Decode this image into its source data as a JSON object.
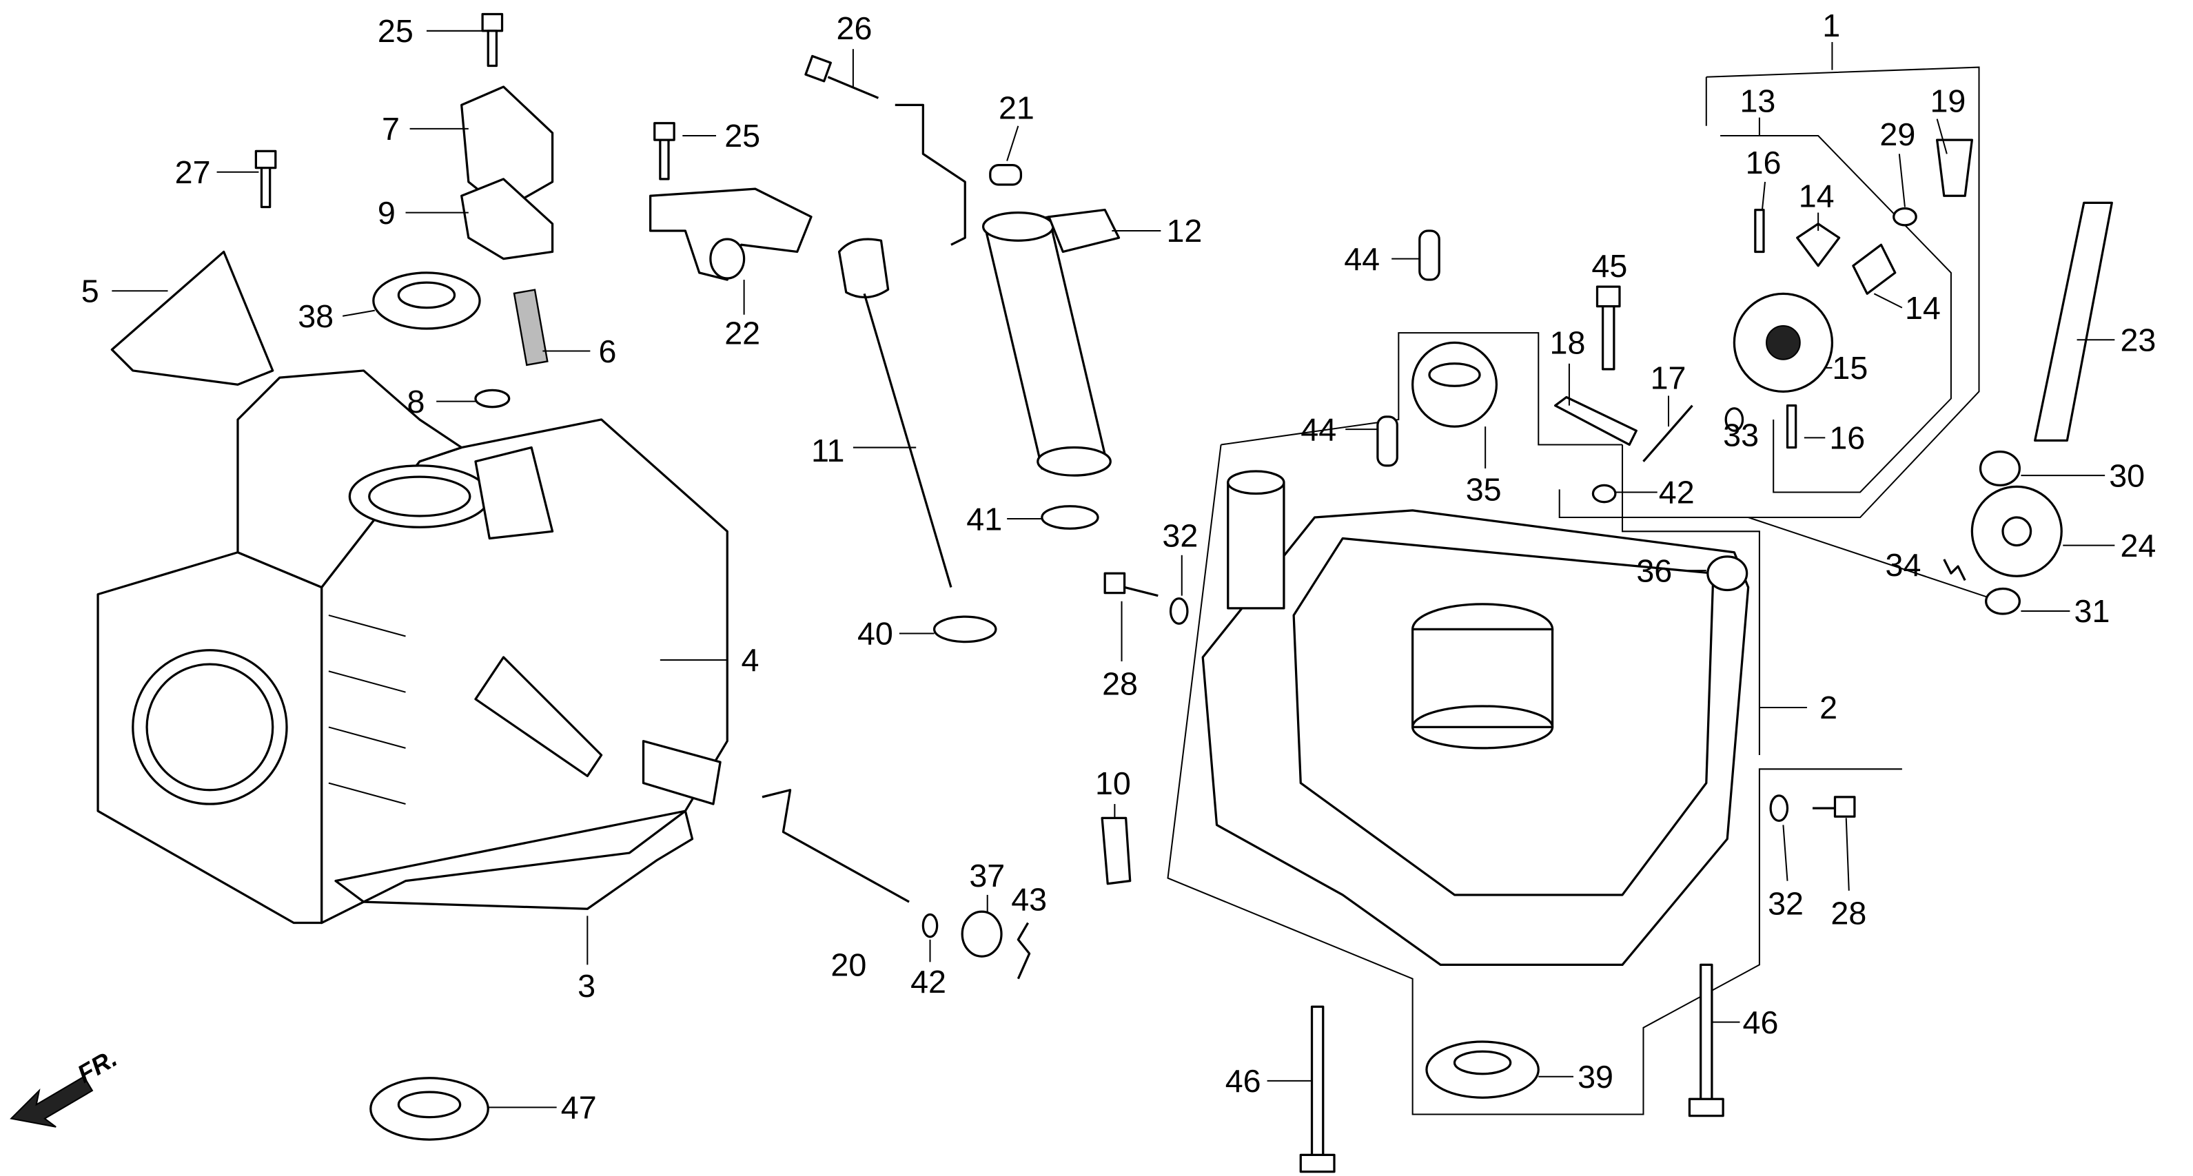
{
  "diagram": {
    "orientation_label": "FR.",
    "callouts": {
      "p25a": "25",
      "p26": "26",
      "p1": "1",
      "p13": "13",
      "p19": "19",
      "p29": "29",
      "p21": "21",
      "p25b": "25",
      "p7": "7",
      "p27": "27",
      "p16a": "16",
      "p14a": "14",
      "p14b": "14",
      "p9": "9",
      "p12": "12",
      "p44a": "44",
      "p45": "45",
      "p23": "23",
      "p5": "5",
      "p38": "38",
      "p22": "22",
      "p6": "6",
      "p18": "18",
      "p17": "17",
      "p15": "15",
      "p8": "8",
      "p44b": "44",
      "p33": "33",
      "p16b": "16",
      "p11": "11",
      "p35": "35",
      "p42a": "42",
      "p30": "30",
      "p41": "41",
      "p32a": "32",
      "p24": "24",
      "p36": "36",
      "p34": "34",
      "p31": "31",
      "p40": "40",
      "p4": "4",
      "p28a": "28",
      "p2": "2",
      "p10": "10",
      "p37": "37",
      "p43": "43",
      "p32b": "32",
      "p28b": "28",
      "p20": "20",
      "p42b": "42",
      "p3": "3",
      "p46a": "46",
      "p46b": "46",
      "p39": "39",
      "p47": "47"
    }
  }
}
